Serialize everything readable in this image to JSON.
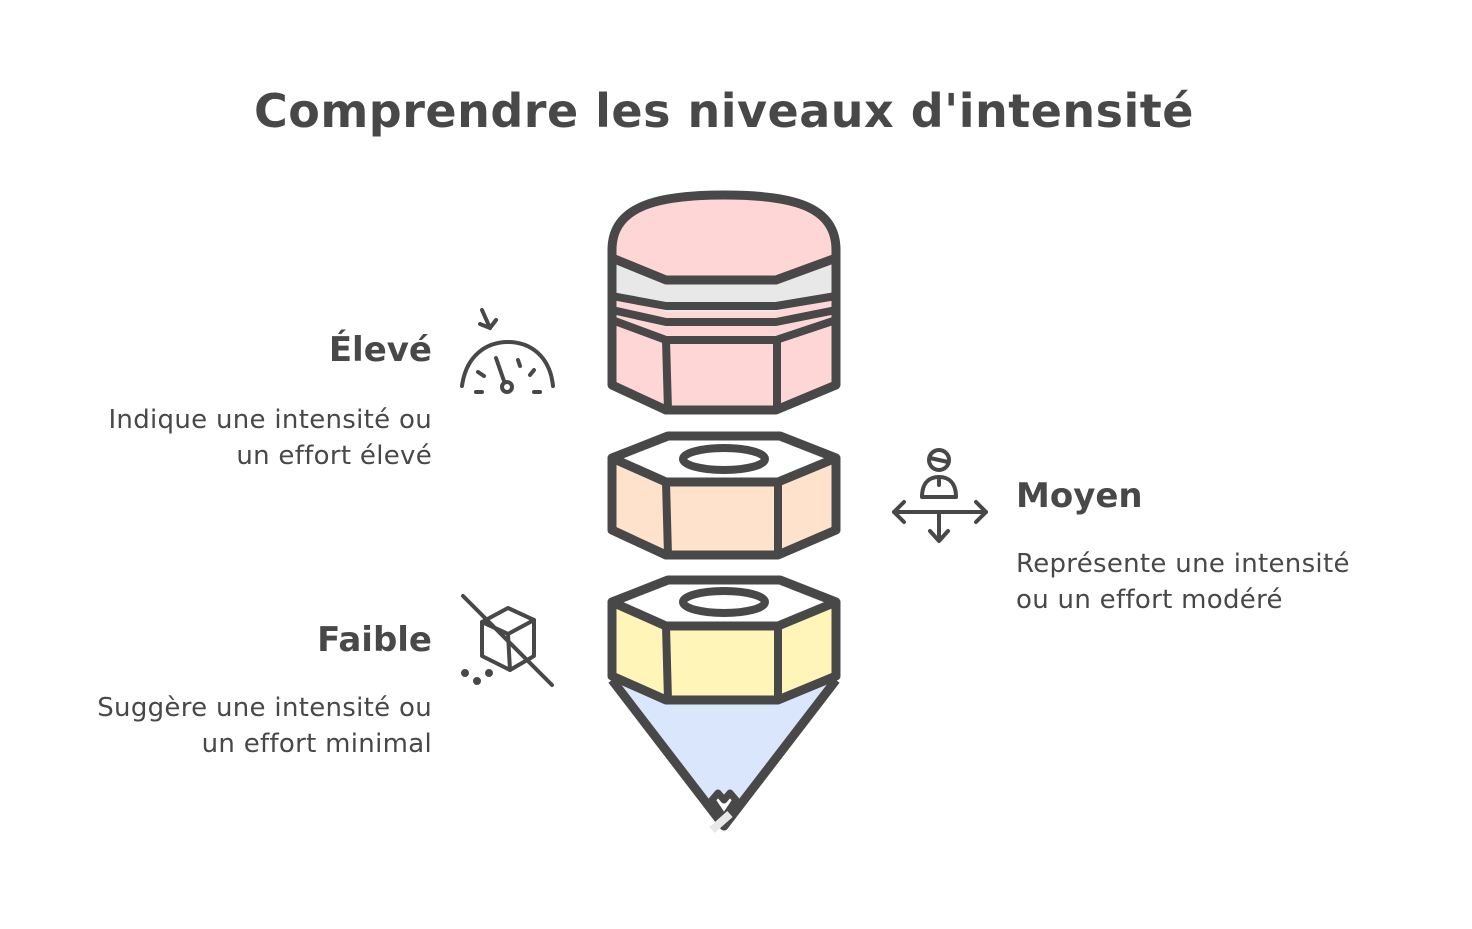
{
  "title": "Comprendre les niveaux d'intensité",
  "colors": {
    "stroke": "#484848",
    "high": "#ffd6d6",
    "band": "#e8e8e8",
    "medium": "#ffe2cc",
    "low": "#fff5b8",
    "tip": "#d9e6fb"
  },
  "levels": [
    {
      "key": "eleve",
      "heading": "Élevé",
      "description_line1": "Indique une intensité ou",
      "description_line2": "un effort élevé",
      "icon": "speedometer-icon"
    },
    {
      "key": "moyen",
      "heading": "Moyen",
      "description_line1": "Représente une intensité",
      "description_line2": "ou un effort modéré",
      "icon": "person-balance-arrows-icon"
    },
    {
      "key": "faible",
      "heading": "Faible",
      "description_line1": "Suggère une intensité ou",
      "description_line2": "un effort minimal",
      "icon": "box-crossed-out-icon"
    }
  ]
}
